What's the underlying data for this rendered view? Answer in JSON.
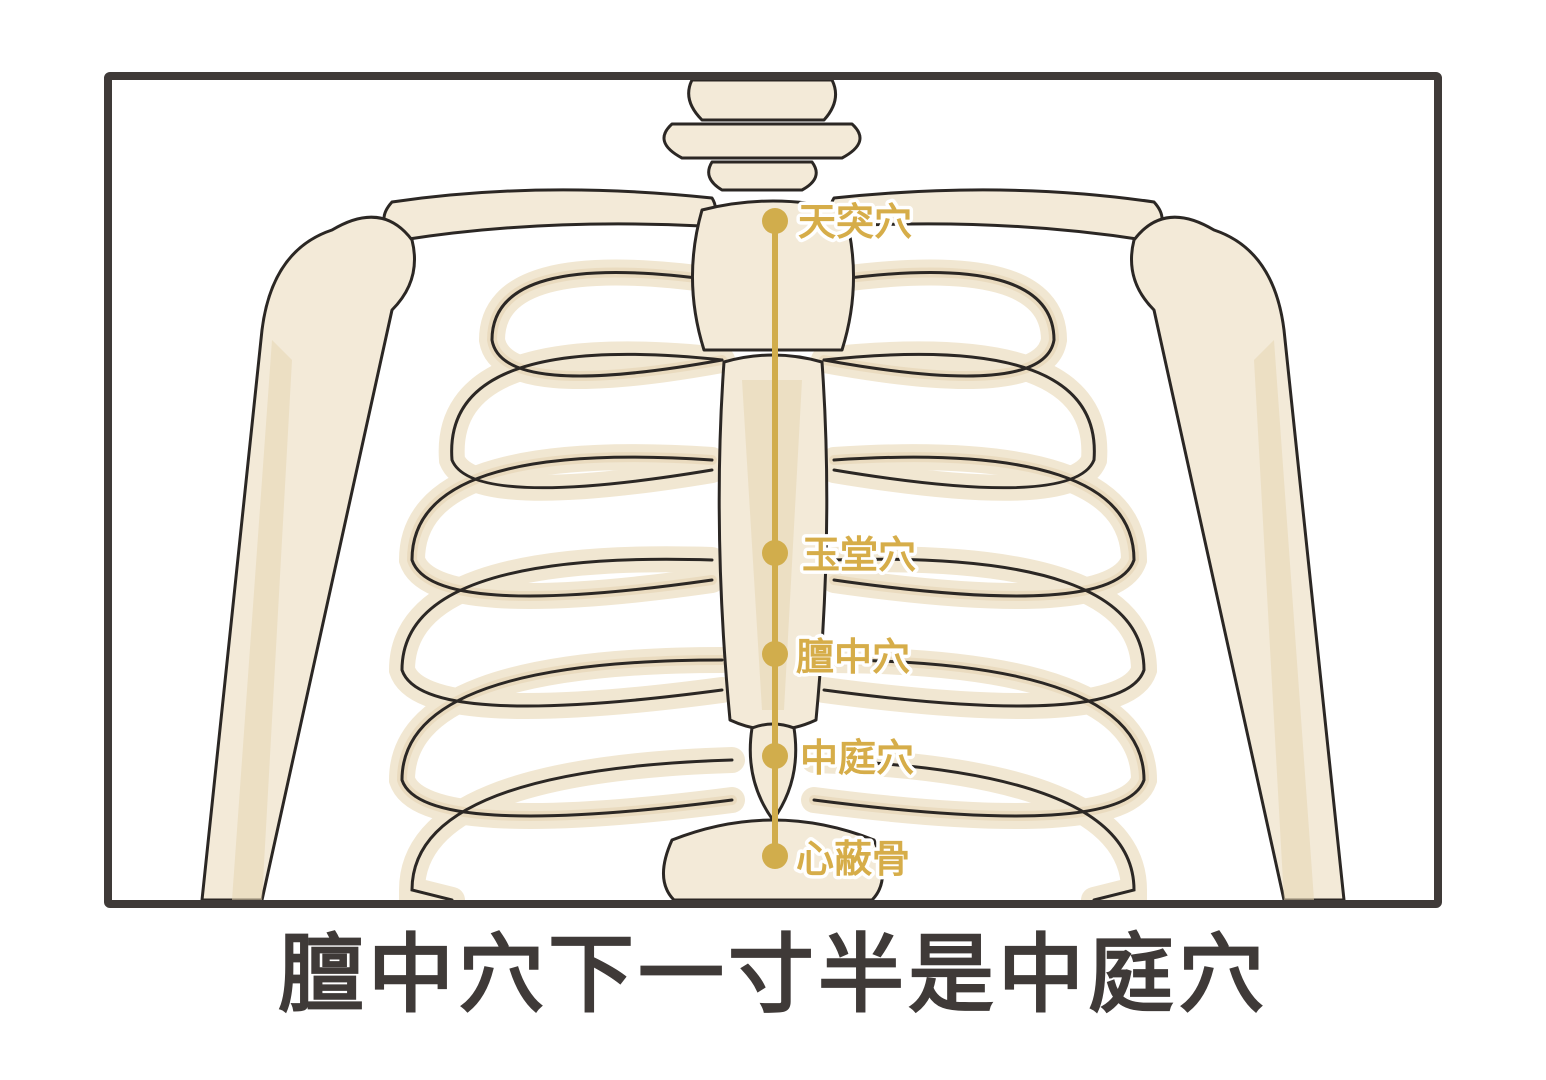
{
  "colors": {
    "frame": "#3f3a38",
    "accent": "#d1ad4c",
    "bone": "#f3ead8",
    "outline": "#2b2724"
  },
  "points": [
    {
      "id": "tiantu",
      "label": "天突穴"
    },
    {
      "id": "yutang",
      "label": "玉堂穴"
    },
    {
      "id": "danzhong",
      "label": "膻中穴"
    },
    {
      "id": "zhongting",
      "label": "中庭穴"
    },
    {
      "id": "xinbigu",
      "label": "心蔽骨"
    }
  ],
  "caption": "膻中穴下一寸半是中庭穴"
}
